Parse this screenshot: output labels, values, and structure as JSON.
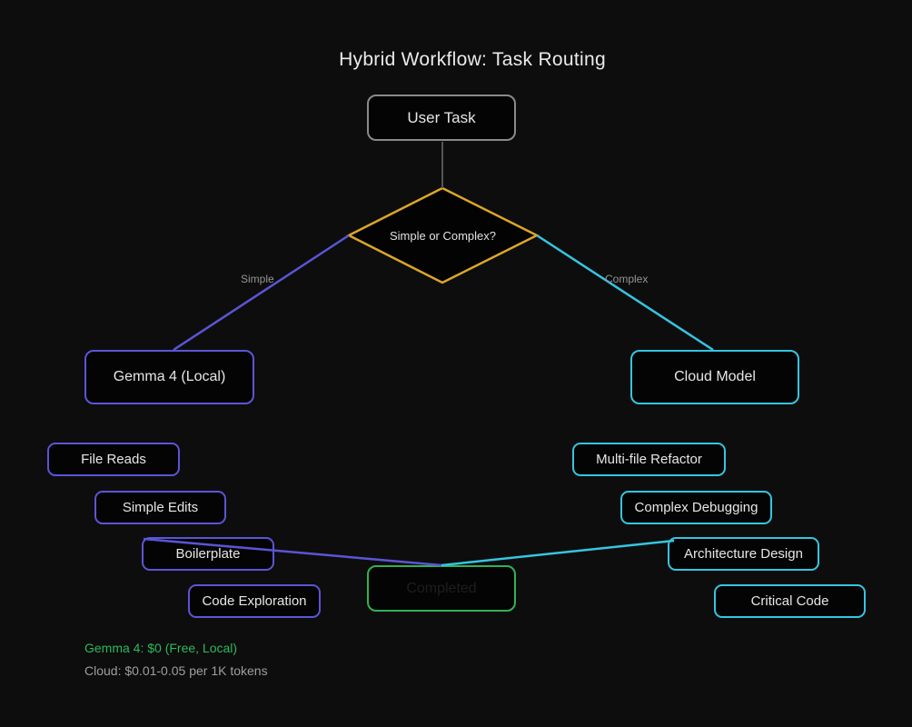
{
  "title": "Hybrid Workflow: Task Routing",
  "flow": {
    "user_task": "User Task",
    "decision": "Simple or Complex?",
    "edge_simple": "Simple",
    "edge_complex": "Complex",
    "local_model": "Gemma 4 (Local)",
    "cloud_model": "Cloud Model",
    "completed": "Completed"
  },
  "local_tasks": [
    "File Reads",
    "Simple Edits",
    "Boilerplate",
    "Code Exploration"
  ],
  "cloud_tasks": [
    "Multi-file Refactor",
    "Complex Debugging",
    "Architecture Design",
    "Critical Code"
  ],
  "footnotes": {
    "local_cost": "Gemma 4: $0 (Free, Local)",
    "cloud_cost": "Cloud: $0.01-0.05 per 1K tokens"
  },
  "colors": {
    "background": "#0d0d0d",
    "local_accent": "#5b55d6",
    "cloud_accent": "#35c5e1",
    "decision_accent": "#dca728",
    "completed_accent": "#31b155",
    "neutral_border": "#8a8a8a",
    "connector_gray": "#545454",
    "title_text": "#eaeaea",
    "edge_label_text": "#949494",
    "completed_text": "#1e1e1e",
    "cost_local_text": "#2cb85c",
    "cost_cloud_text": "#9e9e9e"
  }
}
